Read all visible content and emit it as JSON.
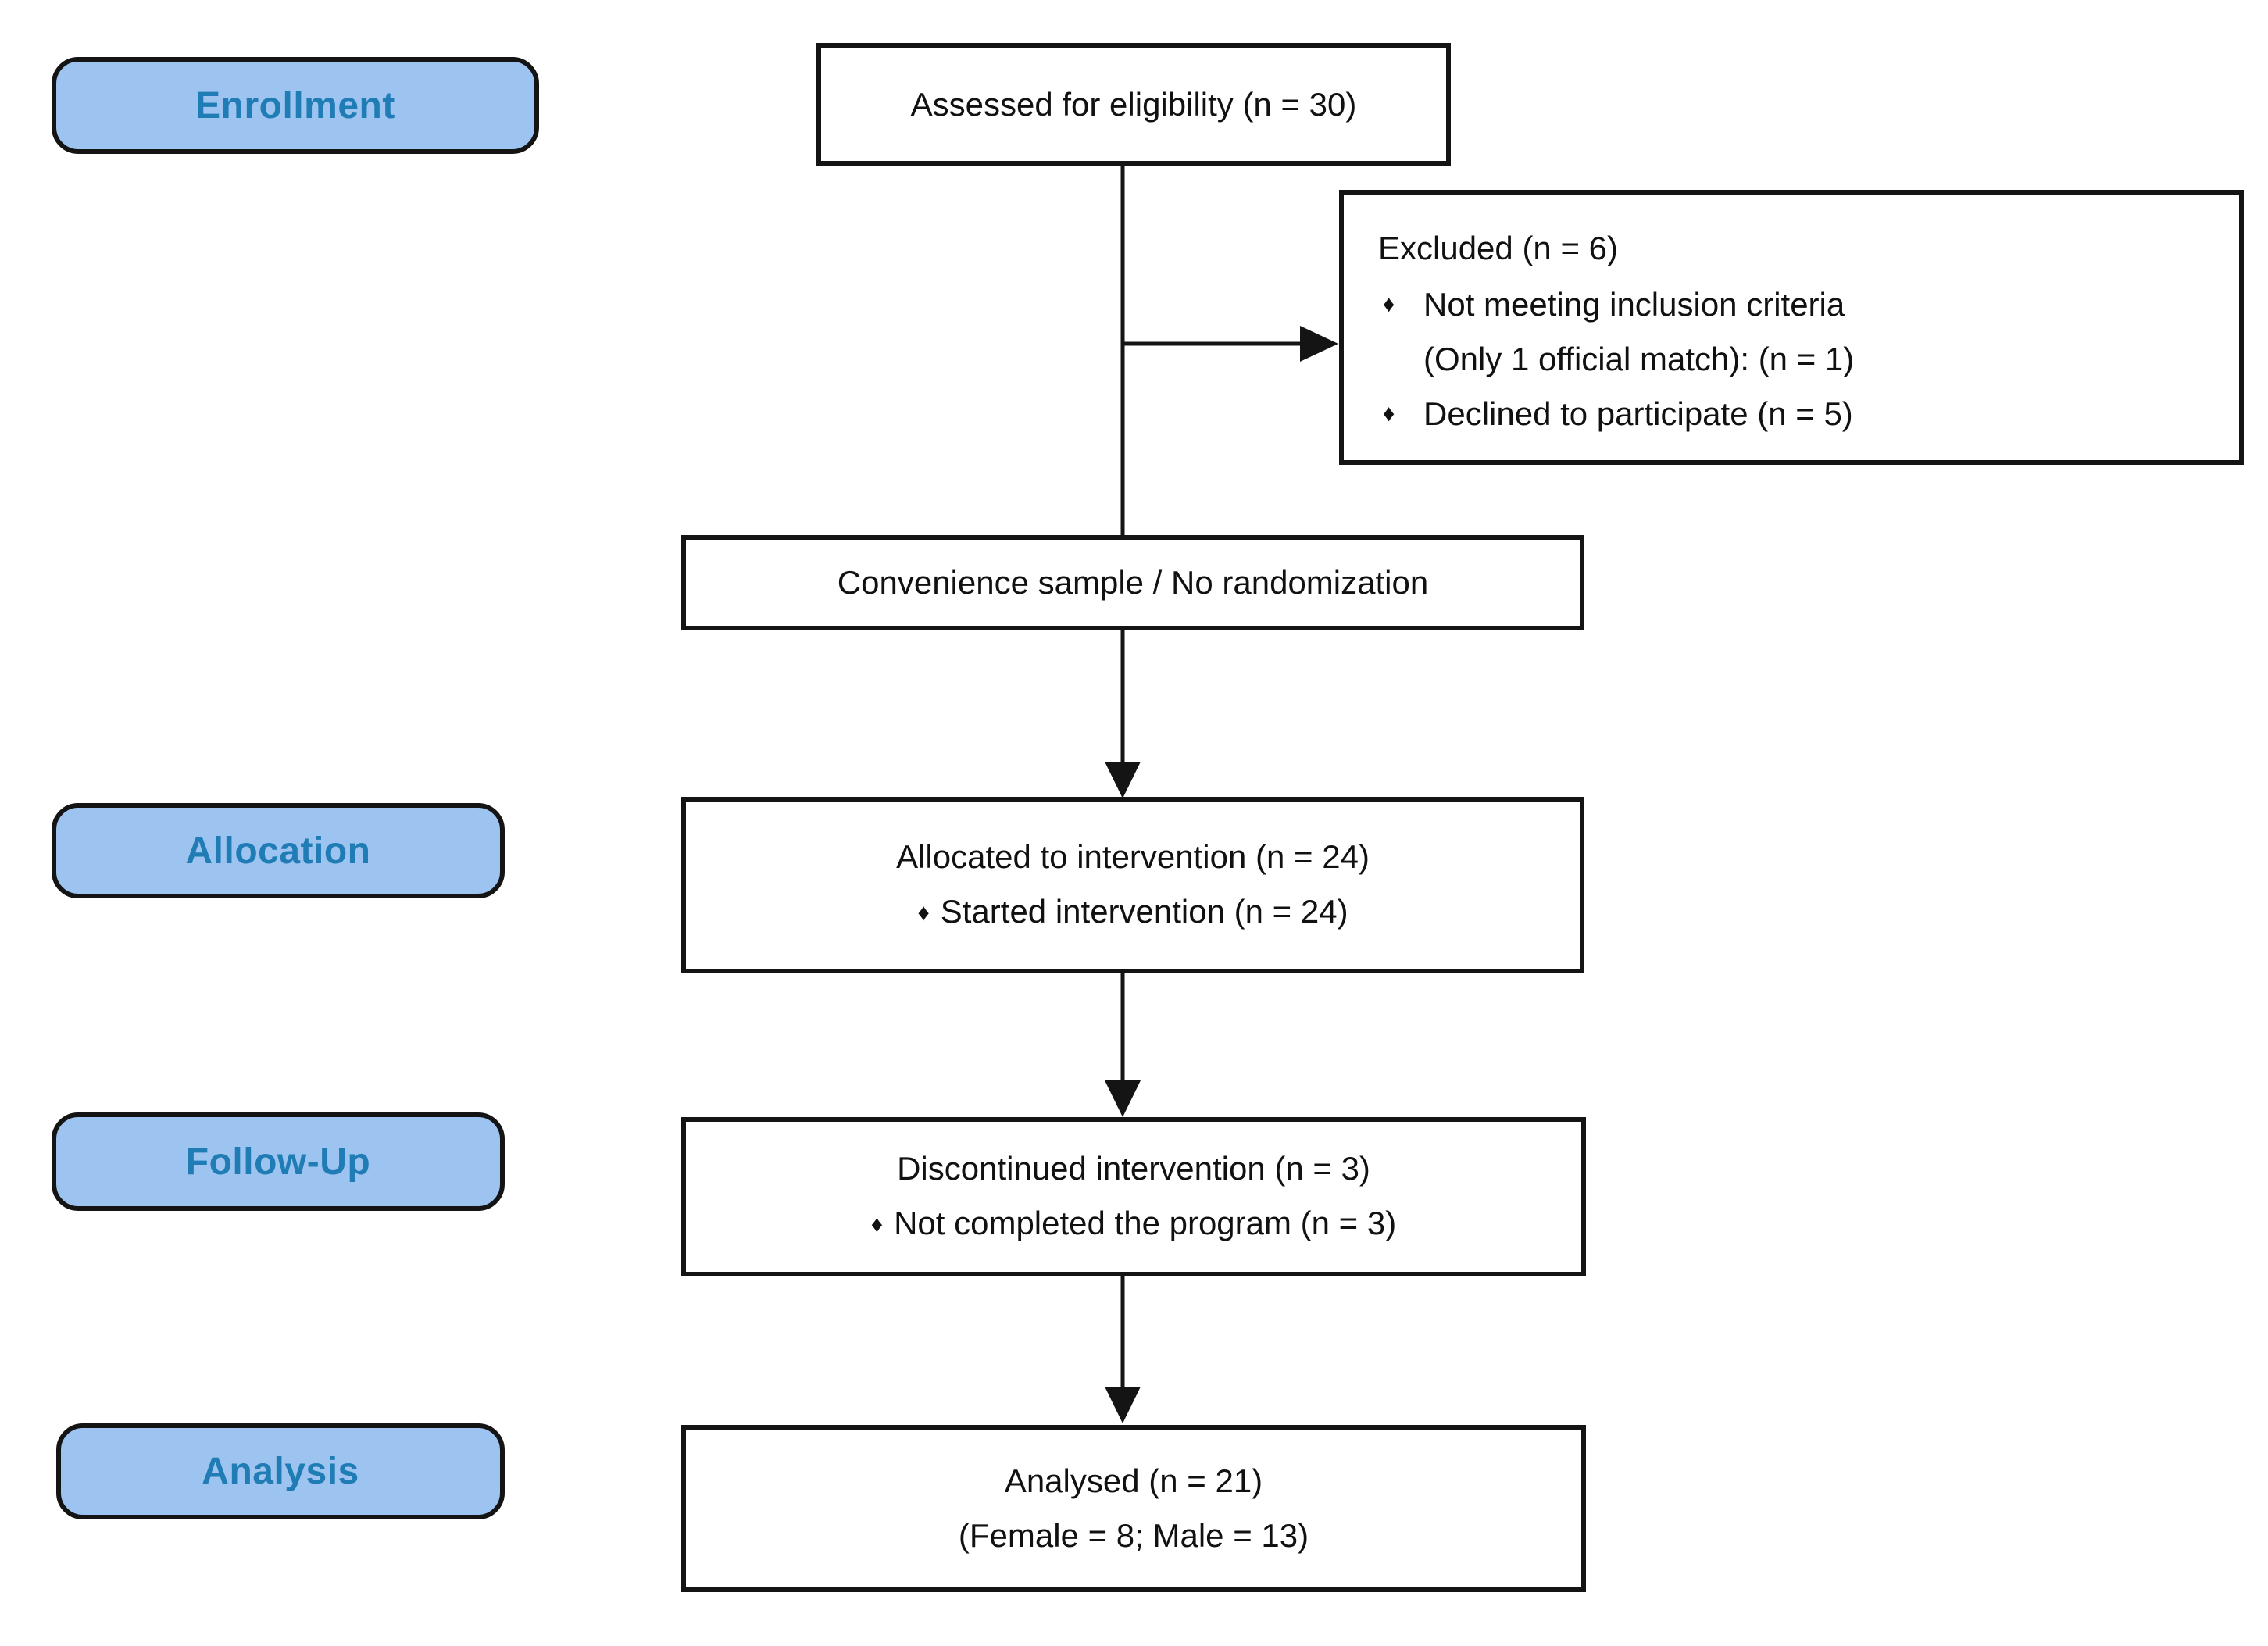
{
  "diagram": {
    "type": "consort-flow",
    "bullet_glyph": "♦",
    "colors": {
      "stage_fill": "#9DC3F0",
      "stage_text": "#1F7CB4",
      "box_border": "#141414",
      "box_fill": "#FFFFFF",
      "arrow": "#141414"
    },
    "stages": {
      "enrollment": "Enrollment",
      "allocation": "Allocation",
      "followup": "Follow-Up",
      "analysis": "Analysis"
    },
    "nodes": {
      "assessed": {
        "text": "Assessed for eligibility (n = 30)"
      },
      "excluded": {
        "title": "Excluded (n = 6)",
        "bullet1_line1": "Not meeting inclusion criteria",
        "bullet1_line2": "(Only 1 official match): (n = 1)",
        "bullet2": "Declined to participate (n = 5)"
      },
      "randomization": {
        "text": "Convenience sample / No randomization"
      },
      "allocated": {
        "title": "Allocated to intervention (n = 24)",
        "bullet1": "Started intervention (n = 24)"
      },
      "discontinued": {
        "title": "Discontinued intervention (n = 3)",
        "bullet1": "Not completed the program (n = 3)"
      },
      "analysed": {
        "title": "Analysed (n = 21)",
        "subtitle": "(Female = 8; Male = 13)"
      }
    }
  }
}
